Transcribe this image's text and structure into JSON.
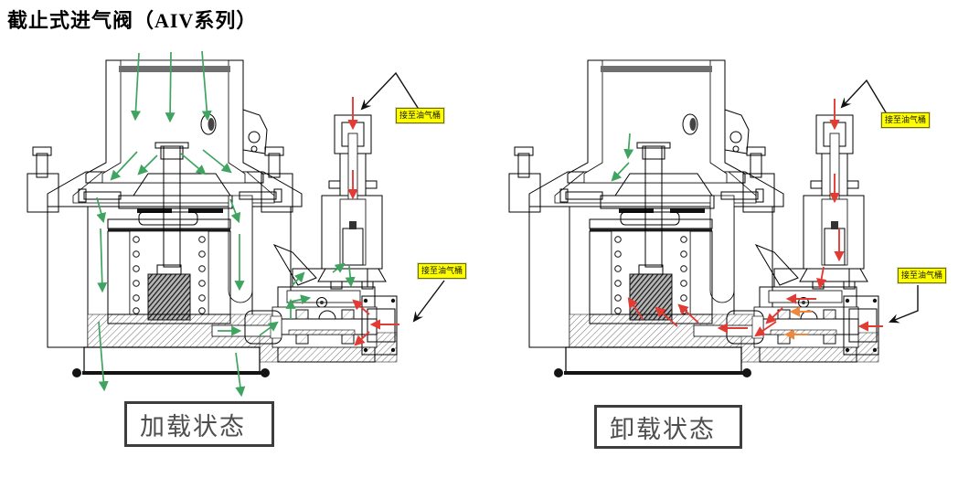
{
  "title": "截止式进气阀（AIV系列）",
  "diagrams": [
    {
      "id": "loading",
      "caption": "加载状态",
      "flow": "green",
      "labels": [
        {
          "text": "接至油气桶"
        },
        {
          "text": "接至油气桶"
        }
      ]
    },
    {
      "id": "unloading",
      "caption": "卸载状态",
      "flow": "red",
      "labels": [
        {
          "text": "接至油气桶"
        },
        {
          "text": "接至油气桶"
        }
      ]
    }
  ],
  "colors": {
    "green_flow": "#3fa45f",
    "red_flow": "#e23b34",
    "orange_flow": "#f0883c",
    "label_bg": "#ffff00",
    "label_border": "#6b6b00",
    "label_text": "#1a1a00",
    "caption_border": "#3d3d3d",
    "caption_text": "#4e4e4e",
    "line": "#000000"
  }
}
